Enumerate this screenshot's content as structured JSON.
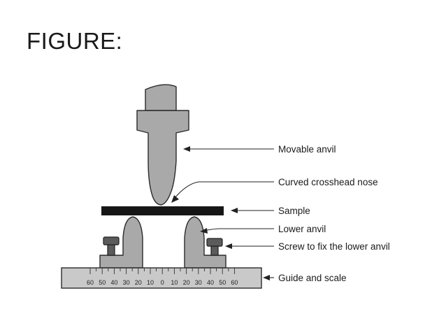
{
  "title": "FIGURE:",
  "labels": {
    "movable_anvil": "Movable anvil",
    "crosshead_nose": "Curved crosshead nose",
    "sample": "Sample",
    "lower_anvil": "Lower anvil",
    "screw": "Screw to fix the lower anvil",
    "guide_scale": "Guide and scale"
  },
  "scale": {
    "numbers": [
      "60",
      "50",
      "40",
      "30",
      "20",
      "10",
      "0",
      "10",
      "20",
      "30",
      "40",
      "50",
      "60"
    ]
  }
}
